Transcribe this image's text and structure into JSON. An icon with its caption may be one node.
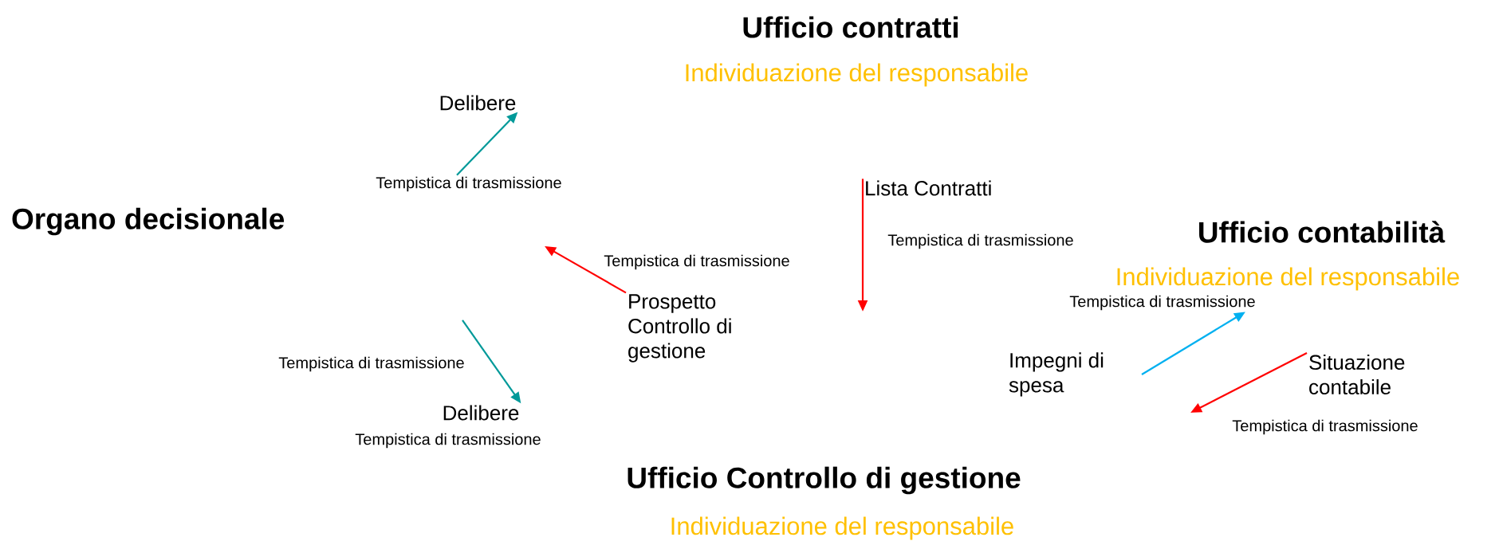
{
  "diagram": {
    "nodes": [
      {
        "text": [
          "Ufficio contratti",
          "Individuazione del responsabile"
        ]
      },
      {
        "text": [
          "Delibere"
        ]
      },
      {
        "text": [
          "Tempistica di trasmissione"
        ]
      },
      {
        "text": [
          "Lista Contratti"
        ]
      },
      {
        "text": [
          "Organo decisionale"
        ]
      },
      {
        "text": [
          "Ufficio contabilità",
          "Individuazione del responsabile"
        ]
      },
      {
        "text": [
          "Tempistica di trasmissione"
        ]
      },
      {
        "text": [
          "Prospetto Controllo di gestione"
        ]
      },
      {
        "text": [
          "Impegni di spesa"
        ]
      },
      {
        "text": [
          "Situazione contabile"
        ]
      },
      {
        "text": [
          "Delibere"
        ]
      },
      {
        "text": [
          "Ufficio Controllo di gestione",
          "Individuazione del responsabile"
        ]
      }
    ],
    "edges": [
      {
        "from": 2,
        "to": 1,
        "arrow": "to",
        "color": "#009999"
      },
      {
        "from": 7,
        "to": null,
        "arrow": "to"
      },
      {
        "from": 3,
        "to": null,
        "arrow": "to"
      },
      {
        "from": null,
        "to": 10,
        "arrow": "to",
        "color": "#009999"
      },
      {
        "from": 8,
        "to": 6,
        "arrow": "to",
        "color": "#00b0f0"
      },
      {
        "from": 9,
        "to": null,
        "arrow": "to"
      }
    ],
    "labels": [
      "Tempistica di trasmissione",
      "Tempistica di trasmissione",
      "Tempistica di trasmissione",
      "Tempistica di trasmissione",
      "Tempistica di trasmissione"
    ]
  }
}
